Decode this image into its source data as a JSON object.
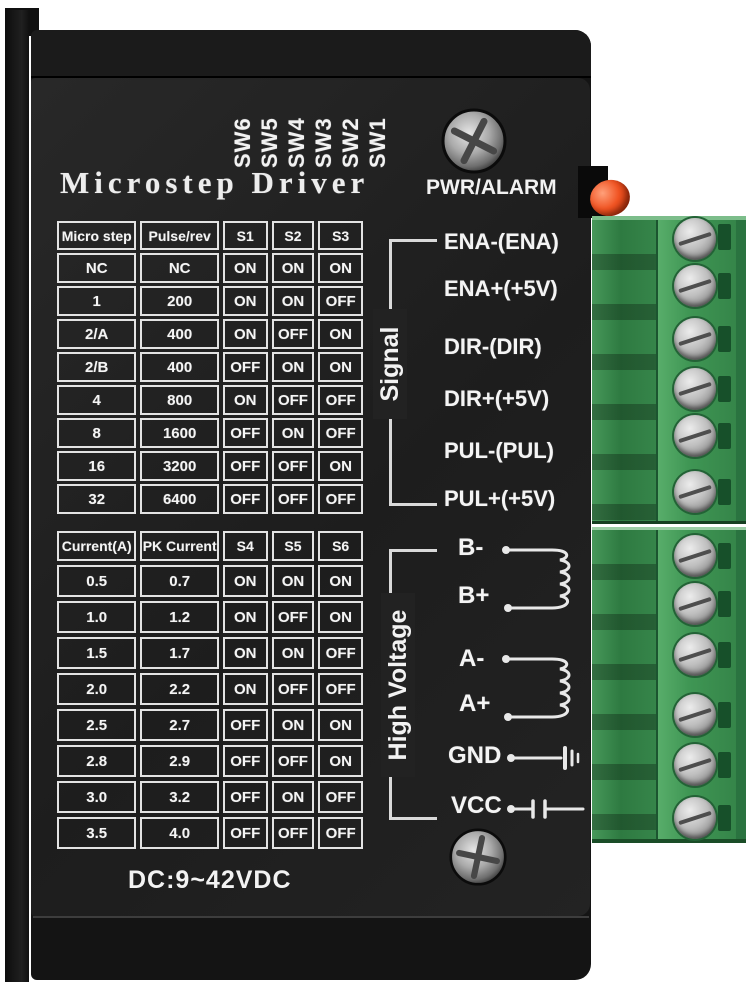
{
  "device": {
    "title": "Microstep Driver",
    "indicator_label": "PWR/ALARM",
    "power_rating": "DC:9~42VDC",
    "dip_switch_labels": [
      "SW6",
      "SW5",
      "SW4",
      "SW3",
      "SW2",
      "SW1"
    ]
  },
  "microstep_table": {
    "headers": [
      "Micro step",
      "Pulse/rev",
      "S1",
      "S2",
      "S3"
    ],
    "rows": [
      [
        "NC",
        "NC",
        "ON",
        "ON",
        "ON"
      ],
      [
        "1",
        "200",
        "ON",
        "ON",
        "OFF"
      ],
      [
        "2/A",
        "400",
        "ON",
        "OFF",
        "ON"
      ],
      [
        "2/B",
        "400",
        "OFF",
        "ON",
        "ON"
      ],
      [
        "4",
        "800",
        "ON",
        "OFF",
        "OFF"
      ],
      [
        "8",
        "1600",
        "OFF",
        "ON",
        "OFF"
      ],
      [
        "16",
        "3200",
        "OFF",
        "OFF",
        "ON"
      ],
      [
        "32",
        "6400",
        "OFF",
        "OFF",
        "OFF"
      ]
    ]
  },
  "current_table": {
    "headers": [
      "Current(A)",
      "PK Current",
      "S4",
      "S5",
      "S6"
    ],
    "rows": [
      [
        "0.5",
        "0.7",
        "ON",
        "ON",
        "ON"
      ],
      [
        "1.0",
        "1.2",
        "ON",
        "OFF",
        "ON"
      ],
      [
        "1.5",
        "1.7",
        "ON",
        "ON",
        "OFF"
      ],
      [
        "2.0",
        "2.2",
        "ON",
        "OFF",
        "OFF"
      ],
      [
        "2.5",
        "2.7",
        "OFF",
        "ON",
        "ON"
      ],
      [
        "2.8",
        "2.9",
        "OFF",
        "OFF",
        "ON"
      ],
      [
        "3.0",
        "3.2",
        "OFF",
        "ON",
        "OFF"
      ],
      [
        "3.5",
        "4.0",
        "OFF",
        "OFF",
        "OFF"
      ]
    ]
  },
  "signal_section": {
    "label": "Signal",
    "pins": [
      "ENA-(ENA)",
      "ENA+(+5V)",
      "DIR-(DIR)",
      "DIR+(+5V)",
      "PUL-(PUL)",
      "PUL+(+5V)"
    ]
  },
  "high_voltage_section": {
    "label": "High Voltage",
    "pins": [
      "B-",
      "B+",
      "A-",
      "A+",
      "GND",
      "VCC"
    ]
  },
  "terminal_blocks": [
    {
      "name": "signal-terminal-block",
      "positions": 6
    },
    {
      "name": "power-terminal-block",
      "positions": 6
    }
  ],
  "colors": {
    "body_black": "#1f1f1f",
    "panel_text": "#f2f2f2",
    "terminal_green": "#3f9654",
    "terminal_green_dark": "#2e7a41",
    "led_red": "#e84a1a",
    "screw_metal": "#c0c0c0"
  }
}
